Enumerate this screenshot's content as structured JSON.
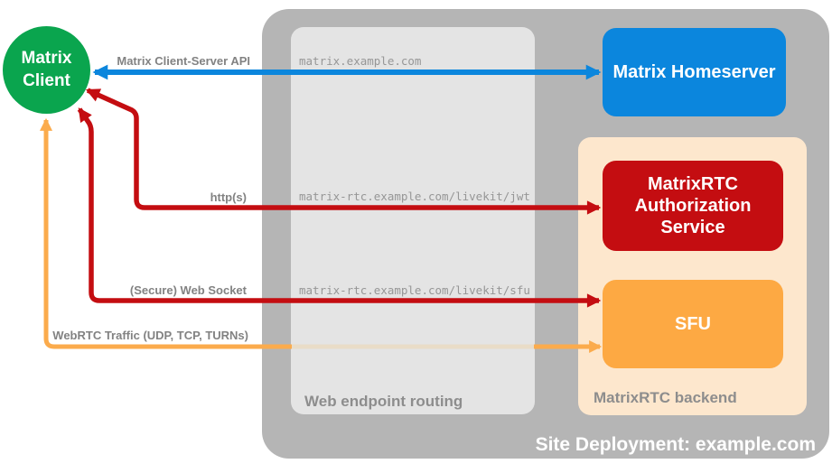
{
  "diagram_title": "Site Deployment: example.com",
  "client": {
    "label": "Matrix\nClient"
  },
  "homeserver": {
    "label": "Matrix Homeserver"
  },
  "routing": {
    "label": "Web endpoint routing",
    "endpoints": [
      "matrix.example.com",
      "matrix-rtc.example.com/livekit/jwt",
      "matrix-rtc.example.com/livekit/sfu"
    ]
  },
  "backend": {
    "label": "MatrixRTC backend",
    "auth_service": {
      "label": "MatrixRTC Authorization Service"
    },
    "sfu": {
      "label": "SFU"
    }
  },
  "connections": [
    {
      "label": "Matrix Client-Server API",
      "from": "Matrix Client",
      "to": "Matrix Homeserver",
      "endpoint": "matrix.example.com",
      "bidirectional": true
    },
    {
      "label": "http(s)",
      "from": "Matrix Client",
      "to": "MatrixRTC Authorization Service",
      "endpoint": "matrix-rtc.example.com/livekit/jwt",
      "bidirectional": true
    },
    {
      "label": "(Secure) Web Socket",
      "from": "Matrix Client",
      "to": "SFU",
      "endpoint": "matrix-rtc.example.com/livekit/sfu",
      "bidirectional": true
    },
    {
      "label": "WebRTC Traffic (UDP, TCP, TURNs)",
      "from": "Matrix Client",
      "to": "SFU",
      "bidirectional": true
    }
  ],
  "colors": {
    "green": "#0aa54e",
    "blue": "#0b86dd",
    "red": "#c40d11",
    "orange_node": "#fda943",
    "orange_arrow": "#fbab4c",
    "orange_arrow_dimmed": "#e9dcc7",
    "outer_gray": "#b5b5b5",
    "inner_gray": "#e4e4e4",
    "peach": "#fde7cd",
    "label_gray": "#8d8d8d"
  }
}
